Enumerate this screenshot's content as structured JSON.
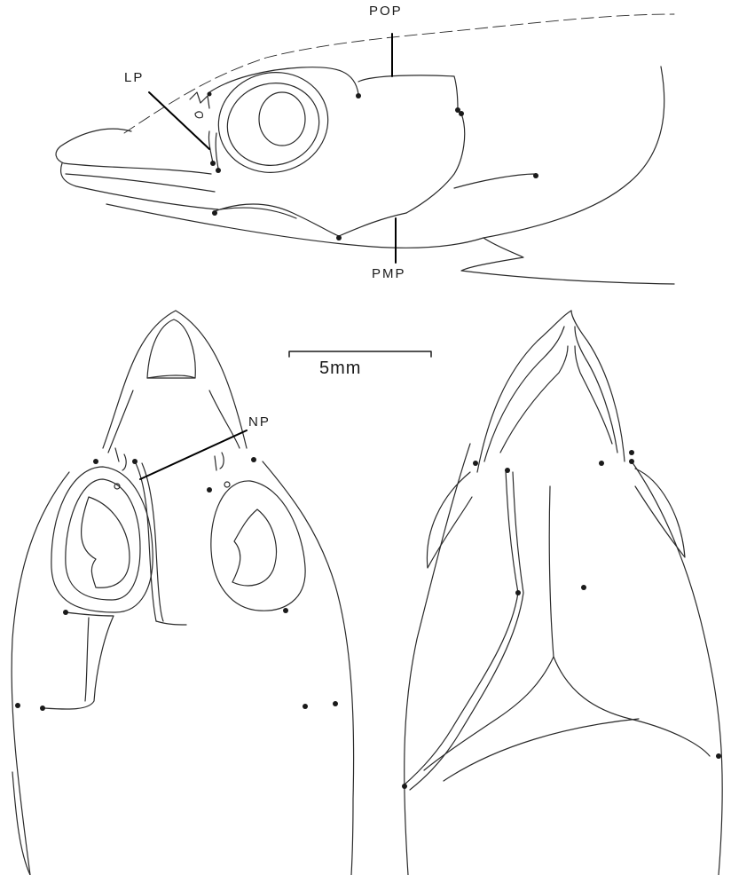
{
  "figure": {
    "labels": {
      "pop": "POP",
      "lp": "LP",
      "pmp": "PMP",
      "np": "NP"
    },
    "scale_bar": {
      "label": "5mm"
    },
    "colors": {
      "ink": "#2a2a2a",
      "background": "#ffffff"
    }
  }
}
